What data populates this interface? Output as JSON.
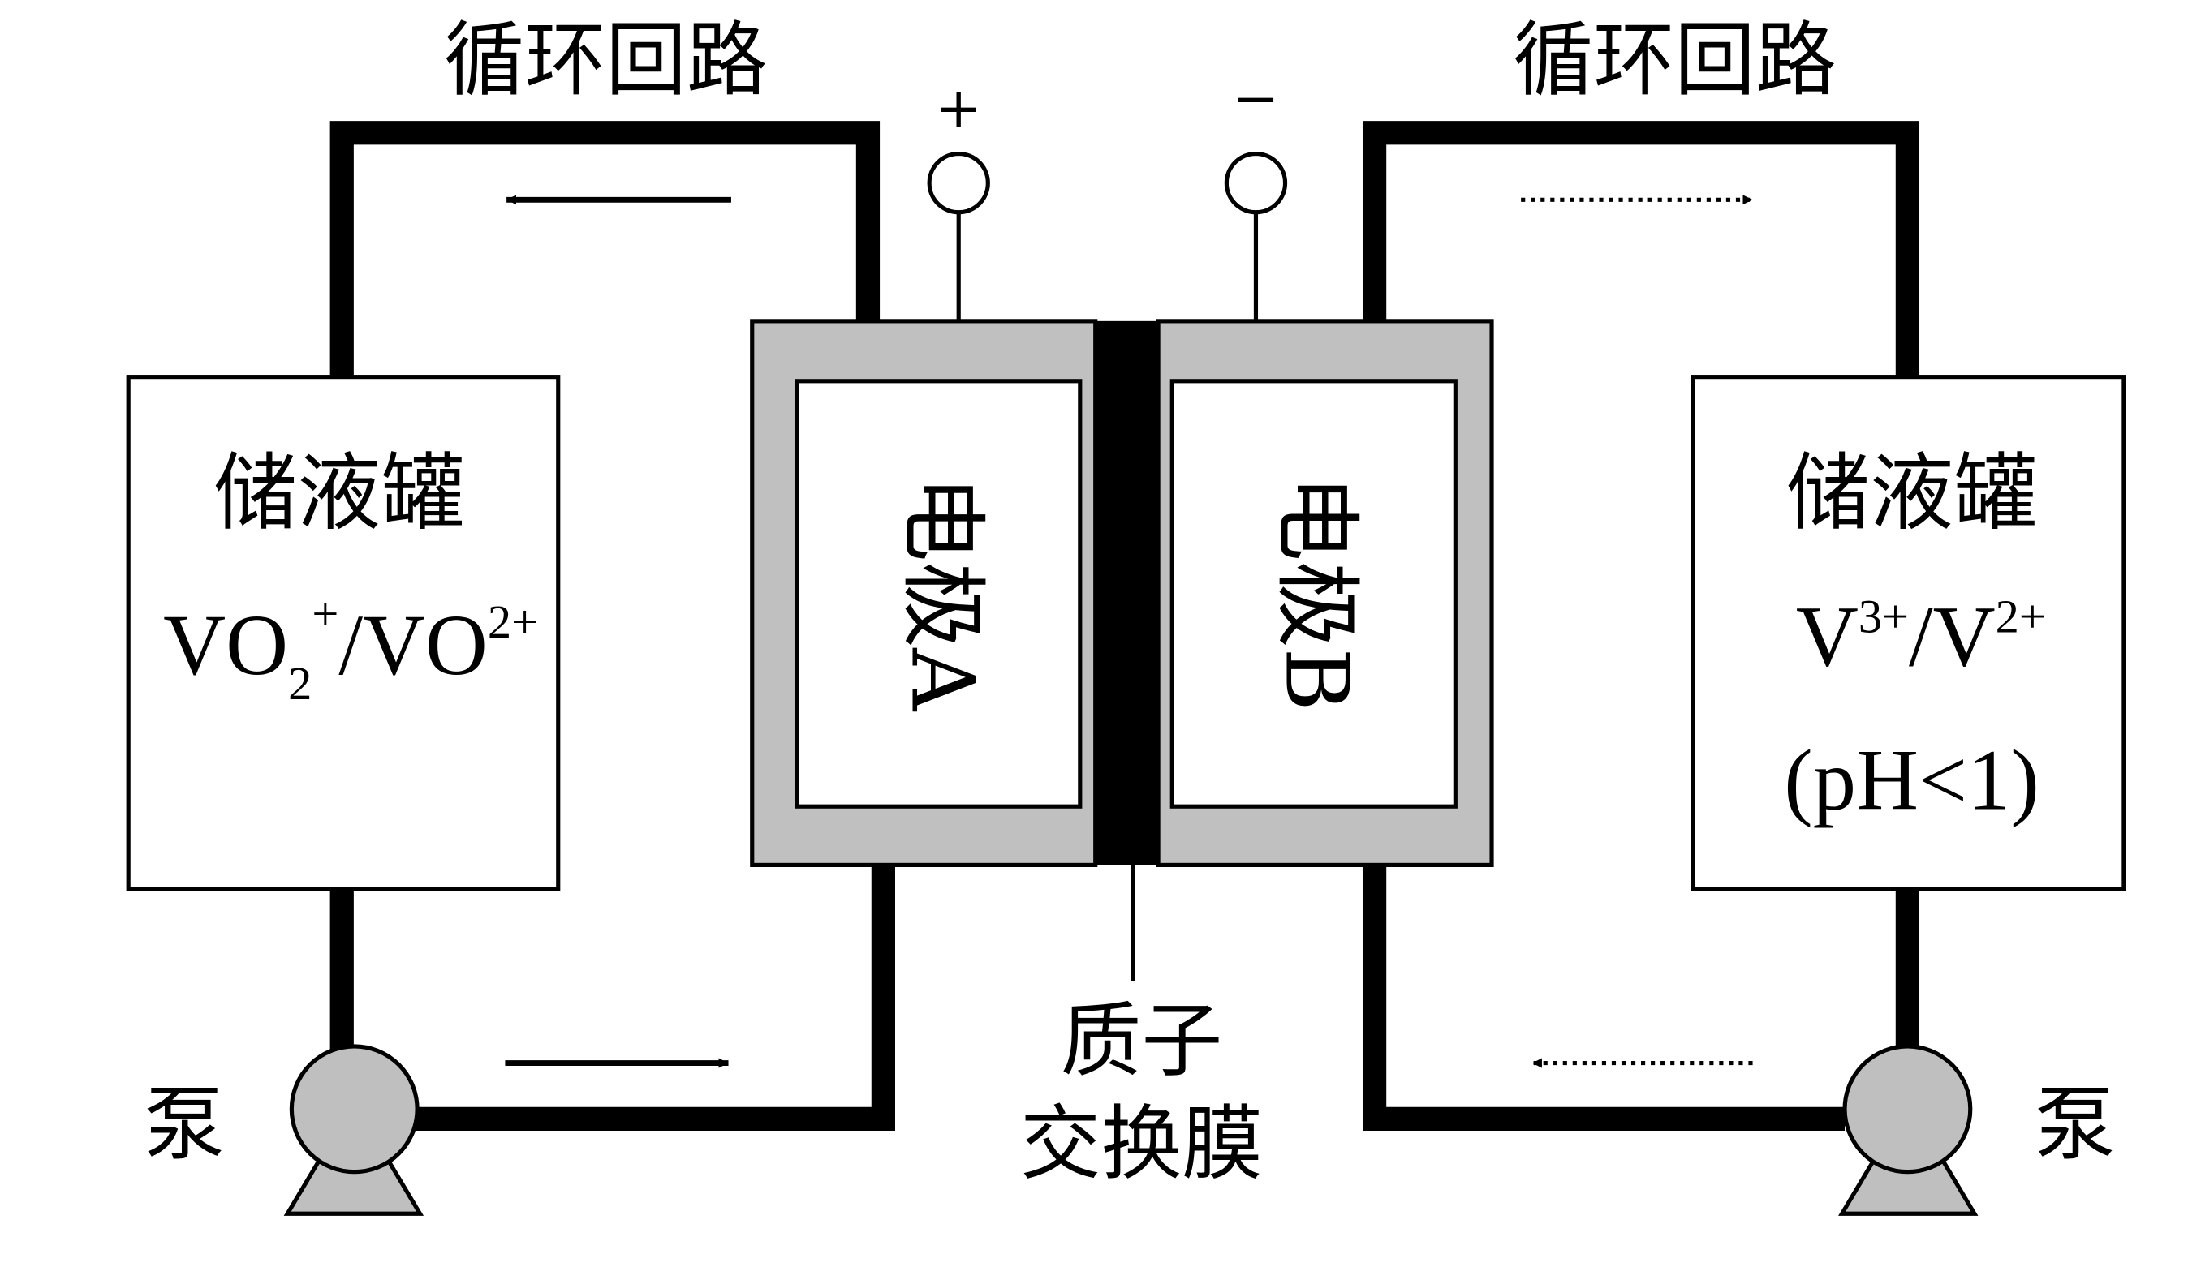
{
  "loop_left": "循环回路",
  "loop_right": "循环回路",
  "terminal_positive": "+",
  "terminal_negative": "−",
  "tank_left": {
    "title": "储液罐",
    "formula": {
      "a": "VO",
      "a_sub": "2",
      "a_sup": "+",
      "sep": "/VO",
      "b_sup": "2+"
    }
  },
  "tank_right": {
    "title": "储液罐",
    "formula": {
      "a": "V",
      "a_sup": "3+",
      "sep": "/V",
      "b_sup": "2+"
    },
    "condition": "(pH<1)"
  },
  "electrode_a": "电极A",
  "electrode_b": "电极B",
  "membrane_line1": "质子",
  "membrane_line2": "交换膜",
  "pump_left": "泵",
  "pump_right": "泵",
  "colors": {
    "line": "#000000",
    "cell_gray": "#c0c0c0",
    "pump_gray": "#bfbfbf",
    "membrane": "#000000"
  }
}
